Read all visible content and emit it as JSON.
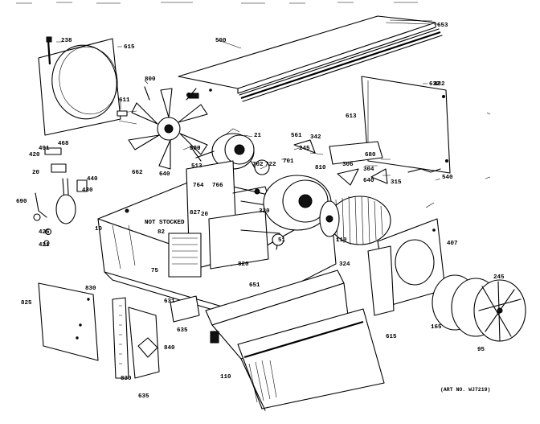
{
  "art_number": "(ART NO. WJ7219)",
  "parts": [
    {
      "id": "p-top-cover",
      "label": "500"
    },
    {
      "id": "p-top-cover-2",
      "label": "653"
    },
    {
      "id": "p-shroud",
      "label": "615"
    },
    {
      "id": "p-shroud-seal",
      "label": "238"
    },
    {
      "id": "p-fan-blade",
      "label": "800"
    },
    {
      "id": "p-fan-clip",
      "label": "611"
    },
    {
      "id": "p-fan-hub",
      "label": "700"
    },
    {
      "id": "p-motor",
      "label": "21"
    },
    {
      "id": "p-capacitor",
      "label": "722"
    },
    {
      "id": "p-bracket-701",
      "label": "701"
    },
    {
      "id": "p-bracket-702",
      "label": "702"
    },
    {
      "id": "p-switch",
      "label": "245"
    },
    {
      "id": "p-bracket-500b",
      "label": "500"
    },
    {
      "id": "p-bracket-561",
      "label": "561"
    },
    {
      "id": "p-back-panel",
      "label": "613"
    },
    {
      "id": "p-back-clip",
      "label": "632"
    },
    {
      "id": "p-control-420",
      "label": "420"
    },
    {
      "id": "p-knob-491",
      "label": "491"
    },
    {
      "id": "p-knob-468",
      "label": "468"
    },
    {
      "id": "p-rod-20",
      "label": "20"
    },
    {
      "id": "p-rod-440",
      "label": "440"
    },
    {
      "id": "p-tube-430",
      "label": "430"
    },
    {
      "id": "p-valve-690",
      "label": "690"
    },
    {
      "id": "p-clip-426",
      "label": "426"
    },
    {
      "id": "p-clip-421",
      "label": "421"
    },
    {
      "id": "p-grommet-662",
      "label": "662"
    },
    {
      "id": "p-grommet-640",
      "label": "640"
    },
    {
      "id": "p-wire-513",
      "label": "513"
    },
    {
      "id": "p-wire-764",
      "label": "764"
    },
    {
      "id": "p-wire-766",
      "label": "766"
    },
    {
      "id": "p-base-10",
      "label": "10"
    },
    {
      "id": "p-not-stocked",
      "label": "NOT STOCKED"
    },
    {
      "id": "p-coil-82",
      "label": "82"
    },
    {
      "id": "p-coil-75",
      "label": "75"
    },
    {
      "id": "p-comp-827",
      "label": "827"
    },
    {
      "id": "p-comp-20b",
      "label": "20"
    },
    {
      "id": "p-comp-320",
      "label": "320"
    },
    {
      "id": "p-comp-820",
      "label": "820"
    },
    {
      "id": "p-comp-51",
      "label": "51"
    },
    {
      "id": "p-blower-110",
      "label": "110"
    },
    {
      "id": "p-scroll-810",
      "label": "810"
    },
    {
      "id": "p-motor-bracket-680",
      "label": "680"
    },
    {
      "id": "p-tri-315",
      "label": "315"
    },
    {
      "id": "p-tri-304",
      "label": "304"
    },
    {
      "id": "p-tri-306",
      "label": "306"
    },
    {
      "id": "p-tri-342",
      "label": "342"
    },
    {
      "id": "p-tri-640b",
      "label": "640"
    },
    {
      "id": "p-tri-540",
      "label": "540"
    },
    {
      "id": "p-orifice-407",
      "label": "407"
    },
    {
      "id": "p-ring-245b",
      "label": "245"
    },
    {
      "id": "p-ring-165",
      "label": "165"
    },
    {
      "id": "p-grille-95",
      "label": "95"
    },
    {
      "id": "p-side-panel",
      "label": "825"
    },
    {
      "id": "p-side-clip",
      "label": "830"
    },
    {
      "id": "p-strip",
      "label": "635"
    },
    {
      "id": "p-strip-830b",
      "label": "830"
    },
    {
      "id": "p-bracket-631",
      "label": "631"
    },
    {
      "id": "p-bracket-635",
      "label": "635"
    },
    {
      "id": "p-bracket-840",
      "label": "840"
    },
    {
      "id": "p-front-324",
      "label": "324"
    },
    {
      "id": "p-front-651",
      "label": "651"
    },
    {
      "id": "p-front-615",
      "label": "615"
    },
    {
      "id": "p-front-110",
      "label": "110"
    },
    {
      "id": "p-stud-832",
      "label": "832"
    }
  ]
}
